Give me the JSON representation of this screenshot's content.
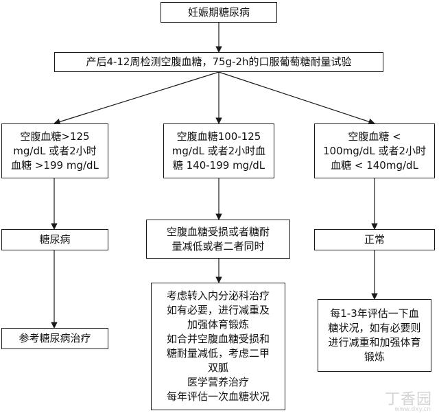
{
  "title_box": "妊娠期糖尿病",
  "test_box": "产后4-12周检测空腹血糖，75g-2h的口服葡萄糖耐量试验",
  "left": {
    "criteria": [
      "空腹血糖>125",
      "mg/dL 或者2小时",
      "血糖 >199 mg/dL"
    ],
    "result": "糖尿病",
    "action": "参考糖尿病治疗"
  },
  "middle": {
    "criteria": [
      "空腹血糖100-125",
      "mg/dL 或者2小时血",
      "糖 140-199 mg/dL"
    ],
    "result": [
      "空腹血糖受损或者糖耐",
      "量减低或者二者同时"
    ],
    "action": [
      "考虑转入内分泌科治疗",
      "如有必要，进行减重及",
      "加强体育锻炼",
      "如合并空腹血糖受损和",
      "糖耐量减低，考虑二甲",
      "双胍",
      "医学营养治疗",
      "每年评估一次血糖状况"
    ]
  },
  "right": {
    "criteria": [
      "空腹血糖 <",
      "100mg/dL 或者2小时",
      "血糖 < 140mg/dL"
    ],
    "result": "正常",
    "action": [
      "每1-3年评估一下血",
      "糖状况，如有必要则",
      "进行减重和加强体育",
      "锻炼"
    ]
  },
  "watermark": {
    "text": "丁香园",
    "url": "www.dxy.cn"
  }
}
